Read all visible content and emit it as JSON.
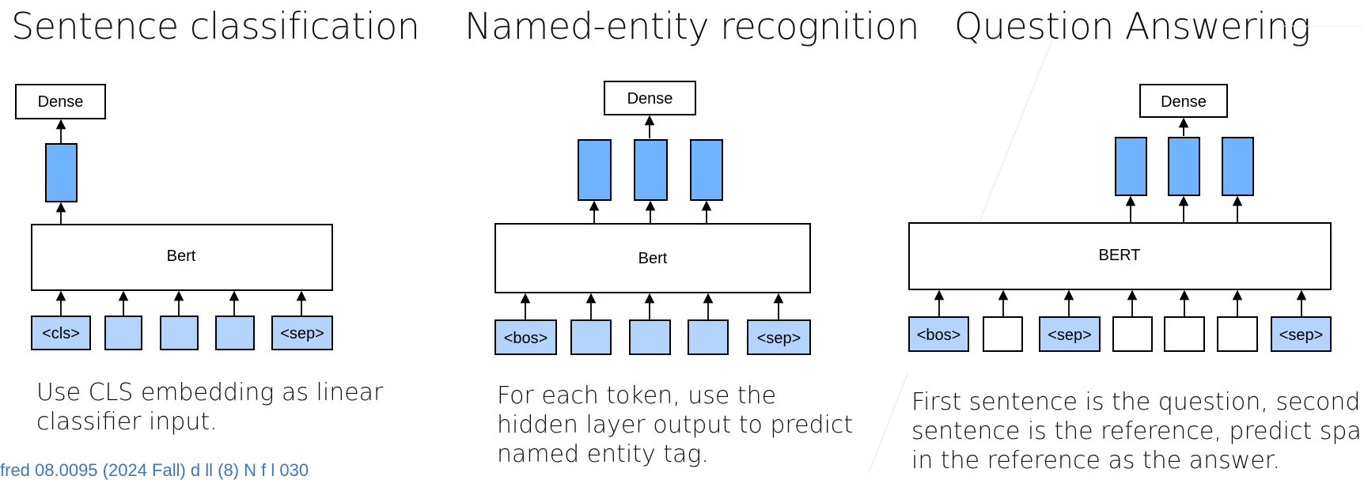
{
  "panels": [
    {
      "title": "Sentence classification",
      "dense_label": "Dense",
      "encoder_label": "Bert",
      "caption_lines": [
        "Use CLS embedding as linear",
        "classifier input."
      ],
      "input_tokens": [
        {
          "label": "<cls>",
          "style": "filled"
        },
        {
          "label": "",
          "style": "filled"
        },
        {
          "label": "",
          "style": "filled"
        },
        {
          "label": "",
          "style": "filled"
        },
        {
          "label": "<sep>",
          "style": "filled"
        }
      ],
      "output_count": 1
    },
    {
      "title": "Named-entity recognition",
      "dense_label": "Dense",
      "encoder_label": "Bert",
      "caption_lines": [
        "For each token, use the",
        "hidden layer output to predict",
        "named entity tag."
      ],
      "input_tokens": [
        {
          "label": "<bos>",
          "style": "filled"
        },
        {
          "label": "",
          "style": "filled"
        },
        {
          "label": "",
          "style": "filled"
        },
        {
          "label": "",
          "style": "filled"
        },
        {
          "label": "<sep>",
          "style": "filled"
        }
      ],
      "output_count": 3
    },
    {
      "title": "Question Answering",
      "dense_label": "Dense",
      "encoder_label": "BERT",
      "caption_lines": [
        "First sentence is the question, second",
        "sentence is the reference, predict span",
        "in the reference as the answer."
      ],
      "input_tokens": [
        {
          "label": "<bos>",
          "style": "filled"
        },
        {
          "label": "",
          "style": "empty"
        },
        {
          "label": "<sep>",
          "style": "filled"
        },
        {
          "label": "",
          "style": "empty"
        },
        {
          "label": "",
          "style": "empty"
        },
        {
          "label": "",
          "style": "empty"
        },
        {
          "label": "<sep>",
          "style": "filled"
        }
      ],
      "output_count": 3
    }
  ],
  "footer_text": "fred 08.0095 (2024 Fall)  d  ll  (8)  N  f  l  030",
  "colors": {
    "output_block": "#70b3ff",
    "input_token": "#b3d4fc",
    "stroke": "#000000",
    "footer_link": "#3a77c8"
  }
}
